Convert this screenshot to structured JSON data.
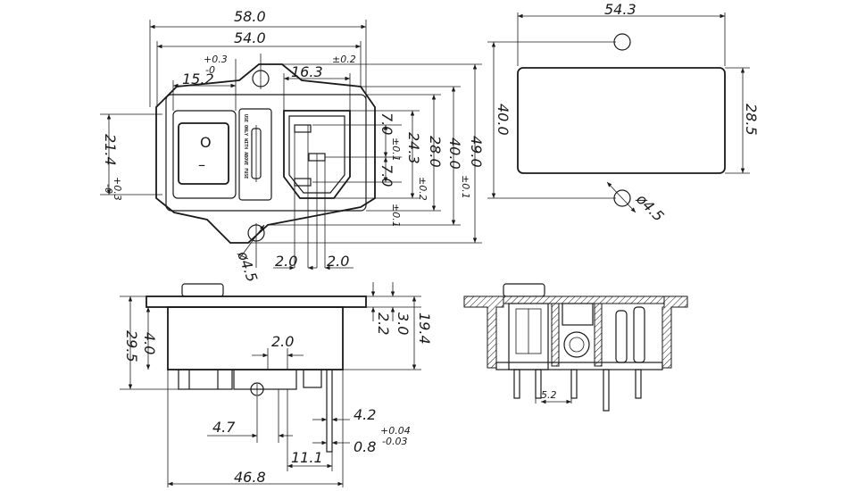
{
  "colors": {
    "line": "#1a1a1a",
    "background": "#ffffff"
  },
  "front_view": {
    "dim_width_overall": "58.0",
    "dim_width_body": "54.0",
    "dim_switch_offset": "15.2",
    "dim_switch_tol_plus": "+0.3",
    "dim_switch_tol_minus": "-0",
    "dim_socket_width": "16.3",
    "dim_socket_tol": "±0.2",
    "dim_switch_height": "21.4",
    "dim_switch_height_tol_plus": "+0.3",
    "dim_switch_height_tol_minus": "-0",
    "dim_pin_spacing_1": "7.0",
    "dim_pin_spacing_1_tol": "±0.1",
    "dim_pin_spacing_2": "7.0",
    "dim_pin_spacing_2_tol": "±0.1",
    "dim_socket_height": "24.3",
    "dim_socket_height_tol": "±0.2",
    "dim_body_height": "28.0",
    "dim_flange_height": "40.0",
    "dim_flange_height_tol": "±0.1",
    "dim_overall_height": "49.0",
    "dim_pin_offset_left": "2.0",
    "dim_pin_offset_right": "2.0",
    "dim_hole_diameter": "ø4.5",
    "switch_symbol_on": "O",
    "switch_symbol_off": "–",
    "fuse_label": "USE ONLY WITH ABOVE FUSE"
  },
  "cutout_view": {
    "dim_width": "54.3",
    "dim_height": "40.0",
    "dim_cutout_height": "28.5",
    "dim_hole_diameter": "ø4.5"
  },
  "side_view": {
    "dim_flange_thk": "2.2",
    "dim_flange_step": "3.0",
    "dim_face_depth": "19.4",
    "dim_top_offset": "4.0",
    "dim_total_depth": "29.5",
    "dim_pin_gap": "2.0",
    "dim_pin_pos": "4.7",
    "dim_pin_len": "4.2",
    "dim_pin_thk": "0.8",
    "dim_pin_thk_tol_plus": "+0.04",
    "dim_pin_thk_tol_minus": "-0.03",
    "dim_pin_span": "11.1",
    "dim_body_width": "46.8"
  },
  "section_view": {
    "dim_terminal_pitch": "5.2"
  }
}
